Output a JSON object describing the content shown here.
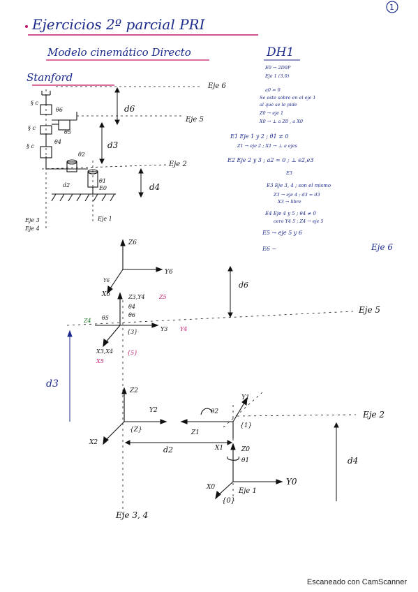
{
  "page_number": "1",
  "title": "Ejercicios 2º parcial PRI",
  "subtitle": "Modelo cinemático Directo",
  "robot": "Stanford",
  "dh_heading": "DH1",
  "dh_notes": [
    "E0 → 2D0P",
    "Eje 1 (3,0)",
    "a0 = 0",
    "Se este sobre en el eje 1",
    "al que se le pide",
    "Z0 → eje 1",
    "X0 → ⊥ a Z0 , a X0",
    "E1 Eje 1 y 2 ; θ1 ≠ 0",
    "Z1 → eje 2 ; X1 → ⊥ a ejes",
    "E2 Eje 2 y 3 ; a2 = 0 ; ⊥ e2,e3",
    "E3",
    "E3 Eje 3, 4 ; son el mismo",
    "Z3 → eje 4 ; d3 = d3",
    "X3 → libre",
    "E4 Eje 4 y 5 ; θ4 ≠ 0",
    "cero Y4 5 ; Z4 → eje 5",
    "E5 → eje 5 y 6",
    "E6 −"
  ],
  "small_labels": {
    "eje6_top": "Eje 6",
    "eje5_top": "Eje 5",
    "eje2_top": "Eje 2",
    "eje34_top_a": "Eje 3",
    "eje34_top_b": "Eje 4",
    "eje1_top": "Eje 1",
    "d6_top": "d6",
    "d3_top": "d3",
    "d4_top": "d4",
    "d2_top": "d2",
    "e0_top": "E0",
    "eje6_right": "Eje 6"
  },
  "diagram_labels": {
    "z6": "Z6",
    "y6": "Y6",
    "x6": "X6",
    "y6b": "Y6",
    "d6": "d6",
    "eje5": "Eje 5",
    "z3y4z5": "Z3,Y4",
    "z5": "Z5",
    "o4": "θ4",
    "o6": "θ6",
    "o5": "θ5",
    "z4": "Z4",
    "y3": "Y3",
    "y4": "Y4",
    "x3x4": "X3,X4",
    "x5": "X5",
    "d3": "d3",
    "z2": "Z2",
    "y2": "Y2",
    "x2": "X2",
    "z2b": "{Z}",
    "y1": "Y1",
    "eje2": "Eje 2",
    "o2": "θ2",
    "z1": "Z1",
    "x1": "X1",
    "z0": "Z0",
    "o1": "θ1",
    "d2": "d2",
    "d4": "d4",
    "y0": "Y0",
    "x0": "X0",
    "eje1": "Eje 1",
    "p0": "{0}",
    "eje34": "Eje 3, 4"
  },
  "footer": "Escaneado con CamScanner",
  "colors": {
    "blue_ink": "#1c2a8c",
    "magenta_ink": "#c0186a",
    "green_ink": "#1a7a2a",
    "black_ink": "#111111"
  }
}
